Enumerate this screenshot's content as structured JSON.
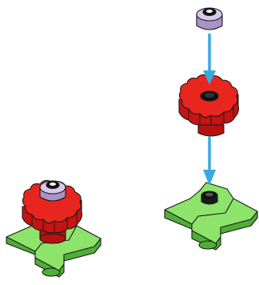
{
  "diagram": {
    "colors": {
      "outline": "#1a1a1a",
      "red_light": "#e8261f",
      "red_dark": "#b80f0f",
      "red_side": "#c41414",
      "green_light": "#8ee36a",
      "green_dark": "#4fae36",
      "lavender_light": "#d9c8ec",
      "lavender_dark": "#a993c8",
      "stud": "#111111",
      "arrow": "#3aa9df"
    },
    "parts": {
      "flower_plate": {
        "color": "green",
        "shape": "4-petal plate with center stud"
      },
      "round_gear_piece": {
        "color": "red",
        "shape": "8-tooth round cylinder"
      },
      "round_cap": {
        "color": "lavender",
        "shape": "small round cap"
      }
    },
    "steps": [
      {
        "type": "exploded-assembly",
        "arrows": 2
      },
      {
        "type": "assembled-result"
      }
    ]
  }
}
